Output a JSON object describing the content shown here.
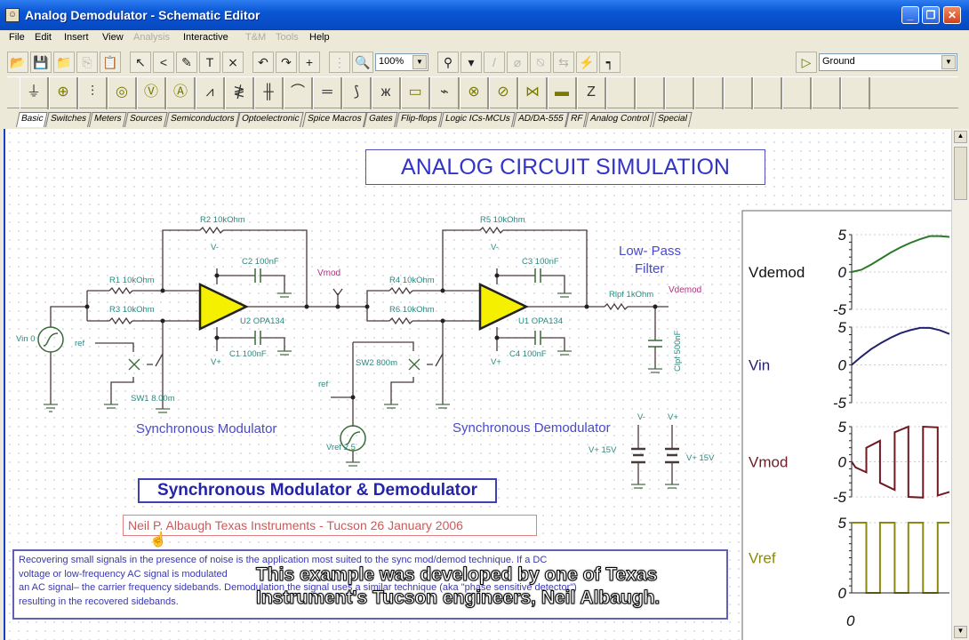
{
  "window": {
    "title": "Analog Demodulator - Schematic Editor",
    "buttons": [
      "_",
      "❐",
      "✕"
    ]
  },
  "menu": [
    {
      "label": "File",
      "enabled": true
    },
    {
      "label": "Edit",
      "enabled": true
    },
    {
      "label": "Insert",
      "enabled": true
    },
    {
      "label": "View",
      "enabled": true
    },
    {
      "label": "Analysis",
      "enabled": false
    },
    {
      "label": "Interactive",
      "enabled": true
    },
    {
      "label": "T&M",
      "enabled": false
    },
    {
      "label": "Tools",
      "enabled": false
    },
    {
      "label": "Help",
      "enabled": true
    }
  ],
  "toolbar": {
    "group1": [
      {
        "icon": "open-folder-icon",
        "glyph": "📂"
      },
      {
        "icon": "save-icon",
        "glyph": "💾"
      },
      {
        "icon": "open-macro-icon",
        "glyph": "📁"
      },
      {
        "icon": "copy-icon",
        "glyph": "⎘",
        "disabled": true
      },
      {
        "icon": "paste-icon",
        "glyph": "📋",
        "disabled": true
      }
    ],
    "group2": [
      {
        "icon": "select-arrow-icon",
        "glyph": "↖"
      },
      {
        "icon": "wire-icon",
        "glyph": "<"
      },
      {
        "icon": "pencil-icon",
        "glyph": "✎"
      },
      {
        "icon": "text-icon",
        "glyph": "T"
      },
      {
        "icon": "delete-wire-icon",
        "glyph": "⨯"
      }
    ],
    "group3": [
      {
        "icon": "rotate-left-icon",
        "glyph": "↶"
      },
      {
        "icon": "rotate-right-icon",
        "glyph": "↷"
      },
      {
        "icon": "junction-icon",
        "glyph": "+"
      }
    ],
    "group4": [
      {
        "icon": "grid-icon",
        "glyph": "⋮",
        "disabled": true
      },
      {
        "icon": "zoom-icon",
        "glyph": "🔍"
      }
    ],
    "zoom_value": "100%",
    "group5": [
      {
        "icon": "probe-icon",
        "glyph": "⚲"
      },
      {
        "icon": "probe-dropdown-icon",
        "glyph": "▾"
      },
      {
        "icon": "line-icon",
        "glyph": "/",
        "disabled": true
      },
      {
        "icon": "meter-icon",
        "glyph": "⌀",
        "disabled": true
      },
      {
        "icon": "meter2-icon",
        "glyph": "⍉",
        "disabled": true
      },
      {
        "icon": "swap-icon",
        "glyph": "⇆",
        "disabled": true
      },
      {
        "icon": "interactive-run-icon",
        "glyph": "⚡"
      },
      {
        "icon": "pin-icon",
        "glyph": "┑"
      }
    ],
    "component_icon": {
      "icon": "place-component-icon",
      "glyph": "▷"
    },
    "component_select": "Ground"
  },
  "components": [
    {
      "icon": "ground-icon",
      "glyph": "⏚"
    },
    {
      "icon": "current-source-icon",
      "glyph": "⊕",
      "yellow": true
    },
    {
      "icon": "battery-icon",
      "glyph": "⫶"
    },
    {
      "icon": "voltage-generator-icon",
      "glyph": "◎",
      "yellow": true
    },
    {
      "icon": "voltmeter-icon",
      "glyph": "Ⓥ",
      "yellow": true
    },
    {
      "icon": "ammeter-icon",
      "glyph": "Ⓐ",
      "yellow": true
    },
    {
      "icon": "resistor-icon",
      "glyph": "⩘"
    },
    {
      "icon": "potentiometer-icon",
      "glyph": "≹"
    },
    {
      "icon": "capacitor-icon",
      "glyph": "╫"
    },
    {
      "icon": "inductor-icon",
      "glyph": "⌒"
    },
    {
      "icon": "transformer-icon",
      "glyph": "═"
    },
    {
      "icon": "crystal-icon",
      "glyph": "⟆"
    },
    {
      "icon": "switch-icon",
      "glyph": "ж"
    },
    {
      "icon": "fuse-icon",
      "glyph": "▭",
      "yellow": true
    },
    {
      "icon": "switch-spdt-icon",
      "glyph": "⌁"
    },
    {
      "icon": "lamp-icon",
      "glyph": "⊗",
      "yellow": true
    },
    {
      "icon": "motor-icon",
      "glyph": "⊘",
      "yellow": true
    },
    {
      "icon": "relay-icon",
      "glyph": "⋈",
      "yellow": true
    },
    {
      "icon": "block-icon",
      "glyph": "▬",
      "yellow": true
    },
    {
      "icon": "impedance-icon",
      "glyph": "Z"
    },
    {
      "icon": "empty-slot-icon",
      "glyph": ""
    },
    {
      "icon": "empty-slot-icon",
      "glyph": ""
    },
    {
      "icon": "empty-slot-icon",
      "glyph": ""
    },
    {
      "icon": "empty-slot-icon",
      "glyph": ""
    },
    {
      "icon": "empty-slot-icon",
      "glyph": ""
    },
    {
      "icon": "empty-slot-icon",
      "glyph": ""
    },
    {
      "icon": "empty-slot-icon",
      "glyph": ""
    },
    {
      "icon": "empty-slot-icon",
      "glyph": ""
    },
    {
      "icon": "empty-slot-icon",
      "glyph": ""
    }
  ],
  "tabs": [
    "Basic",
    "Switches",
    "Meters",
    "Sources",
    "Semiconductors",
    "Optoelectronic",
    "Spice Macros",
    "Gates",
    "Flip-flops",
    "Logic ICs-MCUs",
    "AD/DA-555",
    "RF",
    "Analog Control",
    "Special"
  ],
  "active_tab": "Basic",
  "schematic": {
    "title": "ANALOG CIRCUIT SIMULATION",
    "modulator": {
      "R1": "R1 10kOhm",
      "R2": "R2 10kOhm",
      "R3": "R3 10kOhm",
      "C1": "C1 100nF",
      "C2": "C2 100nF",
      "U2": "U2 OPA134",
      "SW1": "SW1 8.00m",
      "Vin": "Vin 0",
      "ref": "ref",
      "vminus": "V-",
      "vplus": "V+",
      "label": "Synchronous Modulator"
    },
    "vmod_label": "Vmod",
    "demodulator": {
      "R4": "R4 10kOhm",
      "R5": "R5 10kOhm",
      "R6": "R6 10kOhm",
      "C3": "C3 100nF",
      "C4": "C4 100nF",
      "U1": "U1 OPA134",
      "SW2": "SW2 800m",
      "Vref": "Vref 2.5",
      "ref": "ref",
      "vminus": "V-",
      "vplus": "V+",
      "label": "Synchronous Demodulator"
    },
    "filter": {
      "title_line1": "Low- Pass",
      "title_line2": "Filter",
      "Rlpf": "Rlpf 1kOhm",
      "Clpf": "Clpf 500nF",
      "out": "Vdemod"
    },
    "supplies": {
      "vminus": "V-",
      "vplus": "V+",
      "vminus_value": "V+ 15V",
      "vplus_value": "V+ 15V"
    },
    "subtitle": "Synchronous Modulator & Demodulator",
    "author": "Neil P. Albaugh  Texas Instruments - Tucson  26 January 2006",
    "description": [
      "Recovering small signals in the presence of noise is the application most suited to the sync mod/demod technique. If a DC",
      "voltage or low-frequency AC signal is modulated",
      "an AC signal– the carrier frequency sidebands. Demodulation the signal uses a similar technique (aka \"phase sensitive detector\")",
      "resulting in the recovered sidebands."
    ]
  },
  "waveforms": {
    "x_tick": "0",
    "traces": [
      {
        "name": "Vdemod",
        "color": "#2a7a2a",
        "ticks": [
          "5",
          "0",
          "-5"
        ],
        "range": [
          -5,
          5
        ],
        "t": [
          0,
          0.1,
          0.2,
          0.3,
          0.4,
          0.5,
          0.6,
          0.7,
          0.8,
          0.9,
          1
        ],
        "v": [
          0,
          0.3,
          1.0,
          1.8,
          2.6,
          3.3,
          3.9,
          4.4,
          4.8,
          4.8,
          4.7
        ]
      },
      {
        "name": "Vin",
        "color": "#22226e",
        "ticks": [
          "5",
          "0",
          "-5"
        ],
        "range": [
          -5,
          5
        ],
        "t": [
          0,
          0.1,
          0.2,
          0.3,
          0.4,
          0.5,
          0.6,
          0.7,
          0.8,
          0.9,
          1
        ],
        "v": [
          0,
          1.1,
          2.1,
          2.9,
          3.6,
          4.2,
          4.6,
          4.9,
          4.9,
          4.6,
          4.1
        ]
      },
      {
        "name": "Vmod",
        "color": "#6e1a22",
        "ticks": [
          "5",
          "0",
          "-5"
        ],
        "range": [
          -5,
          5
        ],
        "t": [
          0,
          0.04,
          0.15,
          0.15,
          0.29,
          0.29,
          0.44,
          0.44,
          0.58,
          0.58,
          0.73,
          0.73,
          0.88,
          0.88,
          1
        ],
        "v": [
          0,
          -0.8,
          -1.5,
          2,
          3,
          -3,
          -4,
          4.2,
          5,
          -5,
          -5.1,
          5,
          4.9,
          -4.8,
          -4.3
        ]
      },
      {
        "name": "Vref",
        "color": "#8a8a10",
        "ticks": [
          "5",
          "0"
        ],
        "range": [
          0,
          5
        ],
        "t": [
          0,
          0.15,
          0.15,
          0.29,
          0.29,
          0.44,
          0.44,
          0.58,
          0.58,
          0.73,
          0.73,
          0.88,
          0.88,
          1
        ],
        "v": [
          5,
          5,
          0,
          0,
          5,
          5,
          0,
          0,
          5,
          5,
          0,
          0,
          5,
          5
        ]
      }
    ]
  },
  "caption": "This example was developed by one of Texas Instrument's Tucson engineers, Neil Albaugh."
}
